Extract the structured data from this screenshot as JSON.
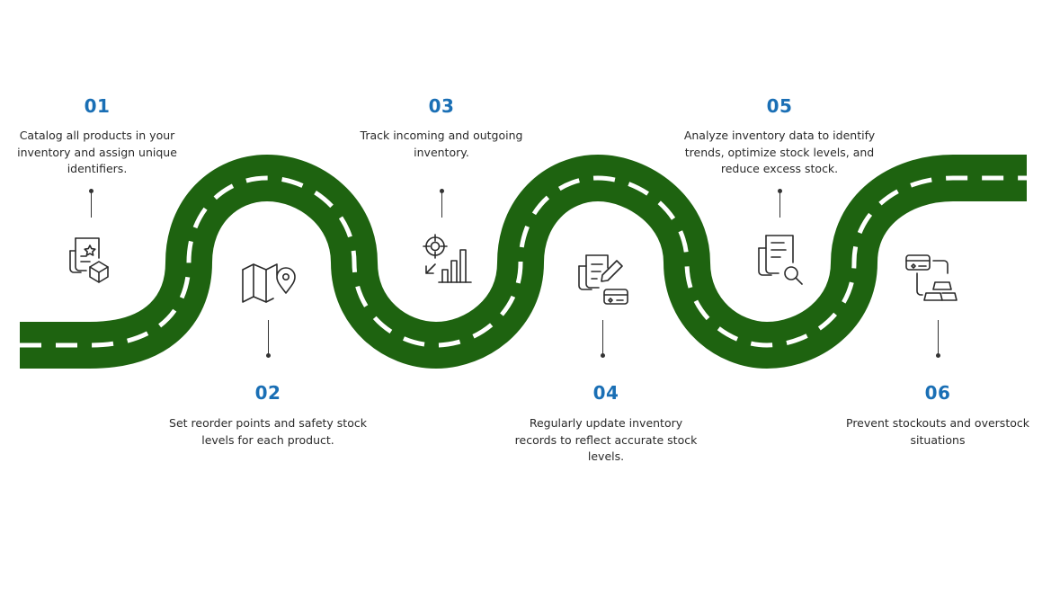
{
  "road": {
    "color": "#1e6310",
    "dash_color": "#ffffff"
  },
  "accent_color": "#1a6fb5",
  "steps": [
    {
      "number": "01",
      "text": "Catalog all products in your inventory and assign unique identifiers.",
      "icon": "document-package-icon"
    },
    {
      "number": "02",
      "text": "Set reorder points and safety stock levels for each product.",
      "icon": "map-pin-icon"
    },
    {
      "number": "03",
      "text": "Track incoming and outgoing inventory.",
      "icon": "target-bar-chart-icon"
    },
    {
      "number": "04",
      "text": "Regularly update inventory records to reflect accurate stock levels.",
      "icon": "document-edit-cards-icon"
    },
    {
      "number": "05",
      "text": "Analyze inventory data to identify trends, optimize stock levels, and reduce excess stock.",
      "icon": "document-search-icon"
    },
    {
      "number": "06",
      "text": "Prevent stockouts and overstock situations",
      "icon": "cards-gold-bars-icon"
    }
  ]
}
